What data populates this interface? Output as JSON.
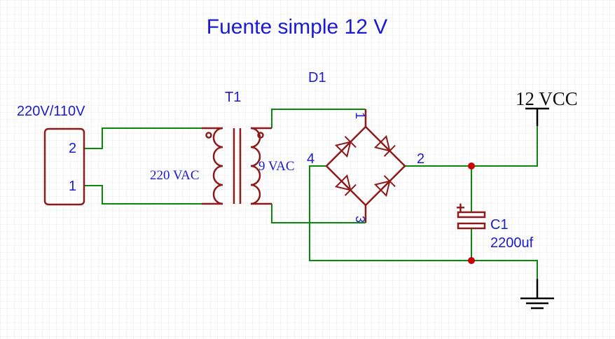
{
  "title": "Fuente simple 12 V",
  "input_connector": {
    "label": "220V/110V",
    "pins": [
      "2",
      "1"
    ]
  },
  "transformer": {
    "ref": "T1",
    "primary_label": "220 VAC",
    "secondary_label": "9 VAC"
  },
  "bridge_rectifier": {
    "ref": "D1",
    "pin_top": "1",
    "pin_left": "4",
    "pin_right": "2",
    "pin_bottom": "3"
  },
  "capacitor": {
    "ref": "C1",
    "value": "2200uf",
    "polarity": "+"
  },
  "power_output": {
    "label": "12 VCC"
  },
  "colors": {
    "wire": "#0a8a0a",
    "symbol": "#8b1a1a",
    "text_blue": "#1a1ad4",
    "junction": "#cc0000",
    "grid": "#e6e6e6"
  }
}
